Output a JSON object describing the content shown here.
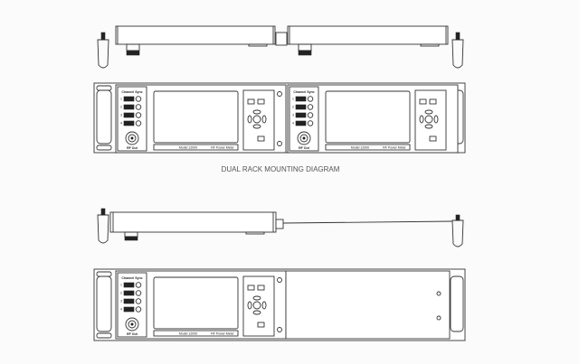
{
  "diagram": {
    "title": "DUAL RACK MOUNTING DIAGRAM",
    "unit": {
      "channel_label": "Channel Sync",
      "channels": [
        "1",
        "2",
        "3",
        "4"
      ],
      "connector_label": "RF Out",
      "model_label": "Model 12000",
      "product_label": "RF Power Meter"
    }
  }
}
